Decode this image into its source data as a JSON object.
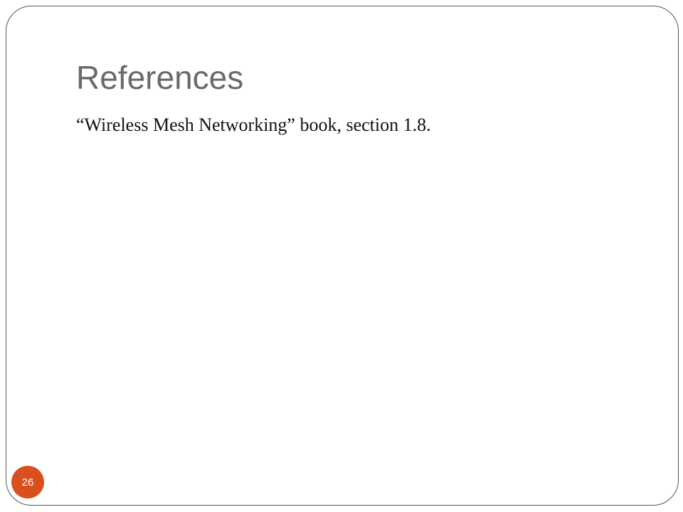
{
  "slide": {
    "title": "References",
    "body": "“Wireless Mesh Networking” book, section 1.8.",
    "page_number": "26"
  },
  "colors": {
    "accent": "#d9501e",
    "title": "#6a6a6a",
    "text": "#111111",
    "frame": "#555555"
  }
}
